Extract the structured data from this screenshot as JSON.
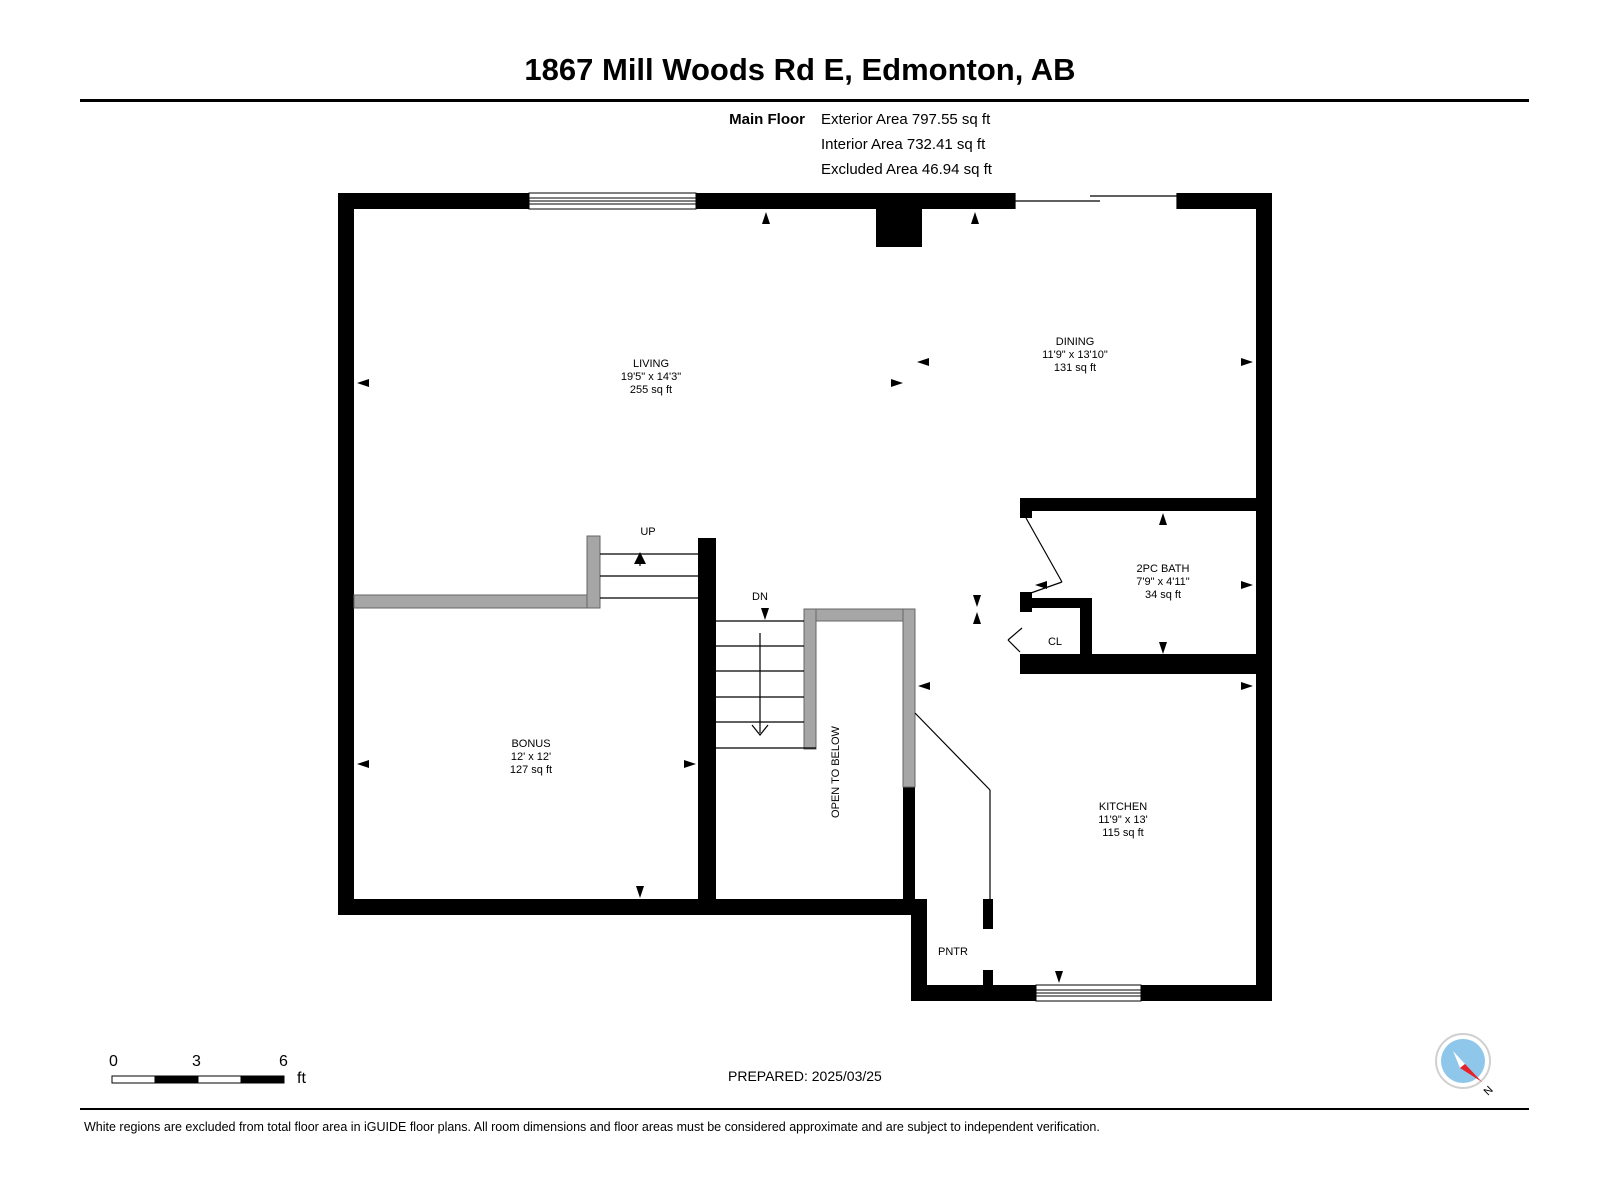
{
  "header": {
    "title": "1867 Mill Woods Rd E, Edmonton, AB"
  },
  "summary": {
    "floor_label": "Main Floor",
    "exterior": "Exterior Area 797.55 sq ft",
    "interior": "Interior Area 732.41 sq ft",
    "excluded": "Excluded Area 46.94 sq ft"
  },
  "rooms": {
    "living": {
      "name": "LIVING",
      "dims": "19'5\" x 14'3\"",
      "area": "255 sq ft"
    },
    "dining": {
      "name": "DINING",
      "dims": "11'9\" x 13'10\"",
      "area": "131 sq ft"
    },
    "bath": {
      "name": "2PC BATH",
      "dims": "7'9\" x 4'11\"",
      "area": "34 sq ft"
    },
    "bonus": {
      "name": "BONUS",
      "dims": "12' x 12'",
      "area": "127 sq ft"
    },
    "kitchen": {
      "name": "KITCHEN",
      "dims": "11'9\" x 13'",
      "area": "115 sq ft"
    },
    "closet": {
      "name": "CL"
    },
    "pantry": {
      "name": "PNTR"
    },
    "open": {
      "name": "OPEN TO BELOW"
    }
  },
  "stairs": {
    "up": "UP",
    "down": "DN"
  },
  "scale": {
    "zero": "0",
    "three": "3",
    "six": "6",
    "unit": "ft"
  },
  "compass": {
    "north": "N"
  },
  "prepared": "PREPARED: 2025/03/25",
  "footer": "White regions are excluded from total floor area in iGUIDE floor plans. All room dimensions and floor areas must be considered approximate and are subject to independent verification.",
  "colors": {
    "wall": "#000000",
    "railing": "#a6a6a6",
    "compass_ring": "#8ec7ea",
    "compass_needle": "#e8202a"
  }
}
